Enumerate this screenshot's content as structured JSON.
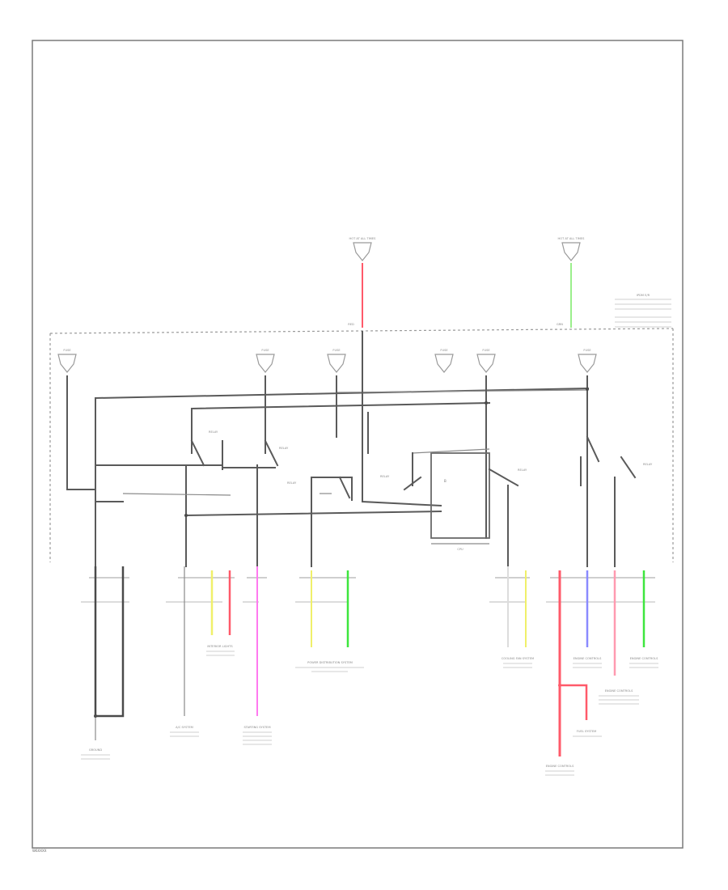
{
  "diagram": {
    "page_id": "W6XXXX",
    "colors": {
      "frame": "#7a7a7a",
      "wire": "#5a5a5a",
      "red": "#ff5a6a",
      "pink": "#ff9ab0",
      "green": "#3ee63e",
      "light_green": "#9bef8c",
      "yellow": "#f0f06a",
      "magenta": "#ff7af0",
      "blue": "#8a8aff"
    },
    "top_sources": [
      {
        "id": "src-left",
        "label": "HOT AT ALL TIMES",
        "wire_code": "RED"
      },
      {
        "id": "src-right",
        "label": "HOT AT ALL TIMES",
        "wire_code": "GRN"
      }
    ],
    "header_note": "IPDM E/R",
    "upper_connectors": [
      {
        "id": "uc-1",
        "label": "FUSE"
      },
      {
        "id": "uc-2",
        "label": "FUSE"
      },
      {
        "id": "uc-3",
        "label": "FUSE"
      },
      {
        "id": "uc-4",
        "label": "FUSE"
      },
      {
        "id": "uc-5",
        "label": "FUSE"
      },
      {
        "id": "uc-6",
        "label": "FUSE"
      }
    ],
    "relays": [
      {
        "id": "relay-1",
        "label": "RELAY"
      },
      {
        "id": "relay-2",
        "label": "RELAY"
      },
      {
        "id": "relay-3",
        "label": "RELAY"
      },
      {
        "id": "relay-4",
        "label": "RELAY"
      },
      {
        "id": "relay-5",
        "label": "RELAY"
      },
      {
        "id": "relay-6",
        "label": "RELAY"
      }
    ],
    "control_unit": {
      "label": "CPU",
      "pin": "B"
    },
    "bottom_destinations": [
      {
        "id": "dest-ground",
        "label": "GROUND"
      },
      {
        "id": "dest-ac",
        "label": "A/C SYSTEM"
      },
      {
        "id": "dest-interior",
        "label": "INTERIOR LIGHTS"
      },
      {
        "id": "dest-starting",
        "label": "STARTING SYSTEM"
      },
      {
        "id": "dest-power-dist",
        "label": "POWER DISTRIBUTION SYSTEM"
      },
      {
        "id": "dest-cooling",
        "label": "COOLING FAN SYSTEM"
      },
      {
        "id": "dest-engine-1",
        "label": "ENGINE CONTROLS"
      },
      {
        "id": "dest-engine-2",
        "label": "ENGINE CONTROLS"
      },
      {
        "id": "dest-engine-3",
        "label": "ENGINE CONTROLS"
      },
      {
        "id": "dest-fuel",
        "label": "FUEL SYSTEM"
      },
      {
        "id": "dest-engine-4",
        "label": "ENGINE CONTROLS"
      }
    ]
  }
}
